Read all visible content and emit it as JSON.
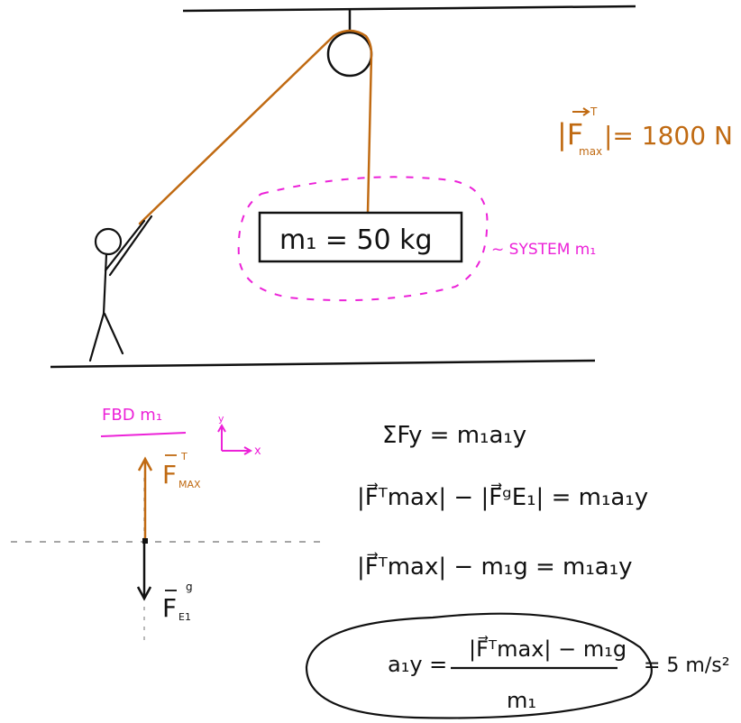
{
  "colors": {
    "ink": "#111111",
    "rope": "#c06a12",
    "annotation": "#ec22d8"
  },
  "top": {
    "tension_label": "|F",
    "tension_arrow_sup": "T",
    "tension_sub": "max",
    "tension_value": "|= 1800 N",
    "mass_label": "m₁ = 50 kg",
    "system_label": "~ SYSTEM m₁"
  },
  "fbd": {
    "title": "FBD m₁",
    "axis_y": "y",
    "axis_x": "x",
    "tension_F": "F",
    "tension_sup": "T",
    "tension_sub": "MAX",
    "gravity_F": "F",
    "gravity_sup": "g",
    "gravity_sub": "E1"
  },
  "equations": {
    "eq1": "ΣFy = m₁a₁y",
    "eq2": "|F⃗ᵀmax| − |F⃗ᵍE₁| = m₁a₁y",
    "eq3": "|F⃗ᵀmax| − m₁g = m₁a₁y",
    "eq4_lhs": "a₁y =",
    "eq4_num": "|F⃗ᵀmax| − m₁g",
    "eq4_den": "m₁",
    "eq4_result": "= 5 m/s²"
  }
}
